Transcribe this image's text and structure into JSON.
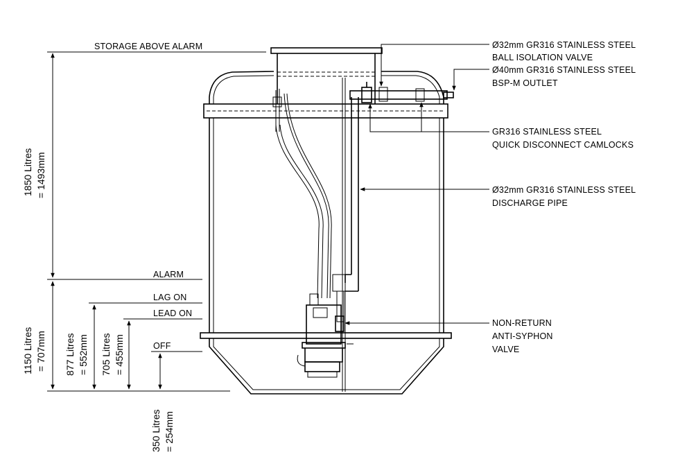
{
  "levels": {
    "storage_above_alarm": "STORAGE ABOVE ALARM",
    "alarm": "ALARM",
    "lag_on": "LAG ON",
    "lead_on": "LEAD ON",
    "off": "OFF"
  },
  "dimensions": {
    "d1850_l1": "1850 Litres",
    "d1850_l2": "= 1493mm",
    "d1150_l1": "1150 Litres",
    "d1150_l2": "= 707mm",
    "d877_l1": "877 Litres",
    "d877_l2": "= 552mm",
    "d705_l1": "705 Litres",
    "d705_l2": "= 455mm",
    "d350_l1": "350 Litres",
    "d350_l2": "= 254mm"
  },
  "callouts": {
    "ball_valve_l1": "Ø32mm GR316 STAINLESS STEEL",
    "ball_valve_l2": "BALL ISOLATION VALVE",
    "outlet_l1": "Ø40mm GR316 STAINLESS STEEL",
    "outlet_l2": "BSP-M OUTLET",
    "camlocks_l1": "GR316 STAINLESS STEEL",
    "camlocks_l2": "QUICK DISCONNECT CAMLOCKS",
    "discharge_l1": "Ø32mm GR316 STAINLESS STEEL",
    "discharge_l2": "DISCHARGE PIPE",
    "nonreturn_l1": "NON-RETURN",
    "nonreturn_l2": "ANTI-SYPHON",
    "nonreturn_l3": "VALVE"
  }
}
